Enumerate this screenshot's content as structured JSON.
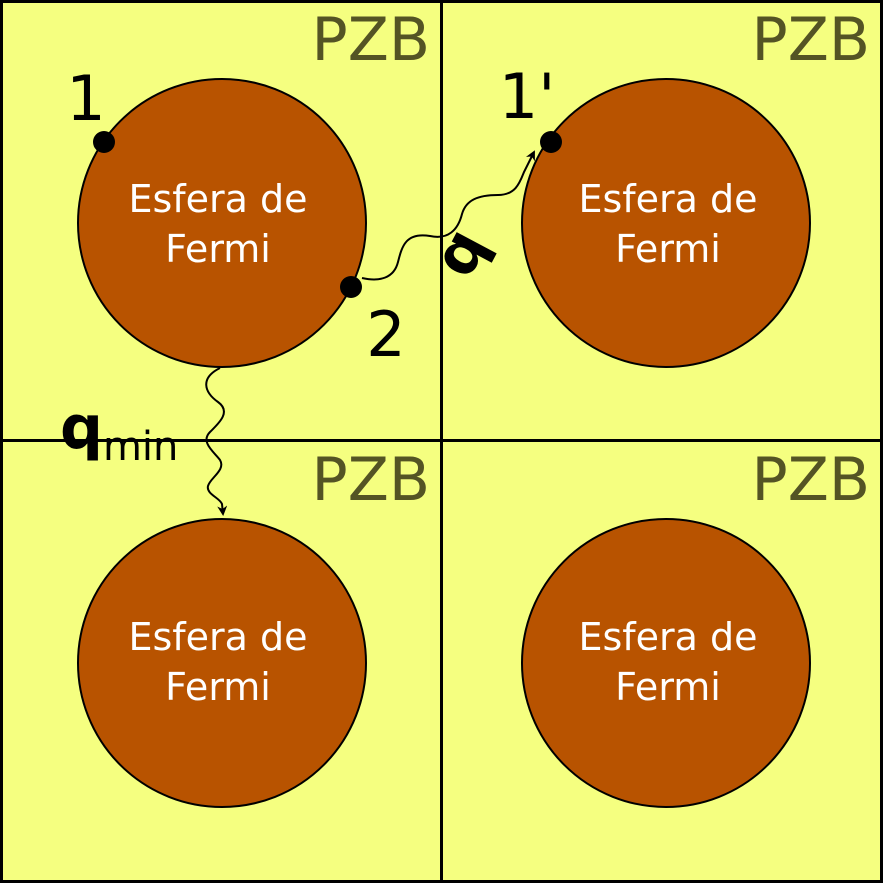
{
  "colors": {
    "zone_fill": "#F5FF80",
    "sphere_fill": "#B85300",
    "zone_label": "#545424",
    "sphere_text": "#ffffff",
    "ink": "#000000"
  },
  "zones": [
    {
      "label": "PZB",
      "sphere": {
        "line1": "Esfera de",
        "line2": "Fermi"
      }
    },
    {
      "label": "PZB",
      "sphere": {
        "line1": "Esfera de",
        "line2": "Fermi"
      }
    },
    {
      "label": "PZB",
      "sphere": {
        "line1": "Esfera de",
        "line2": "Fermi"
      }
    },
    {
      "label": "PZB",
      "sphere": {
        "line1": "Esfera de",
        "line2": "Fermi"
      }
    }
  ],
  "points": {
    "p1": "1",
    "p2": "2",
    "p1prime": "1'"
  },
  "vectors": {
    "q": "q",
    "qmin_main": "q",
    "qmin_sub": "min"
  }
}
